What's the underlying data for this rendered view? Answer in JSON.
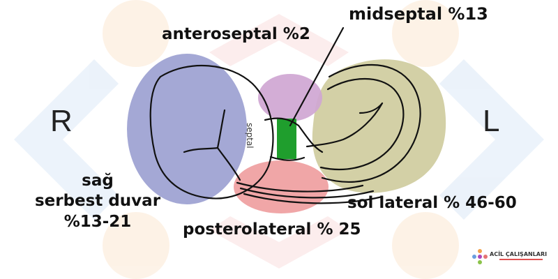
{
  "labels": {
    "midseptal": "midseptal %13",
    "anteroseptal": "anteroseptal %2",
    "right": "R",
    "left": "L",
    "right_free_wall": [
      "sağ",
      "serbest duvar",
      "%13-21"
    ],
    "left_lateral": "sol lateral % 46-60",
    "posterolateral": "posterolateral % 25",
    "septal": "septal"
  },
  "logo": {
    "text": "ACİL ÇALIŞANLARI"
  },
  "colors": {
    "right_free_wall": "#9fa3d3",
    "left_lateral": "#cfcc9e",
    "anteroseptal": "#cfa6d2",
    "posterolateral": "#ef9ea0",
    "midseptal": "#1f9e2d",
    "outline": "#111111"
  }
}
